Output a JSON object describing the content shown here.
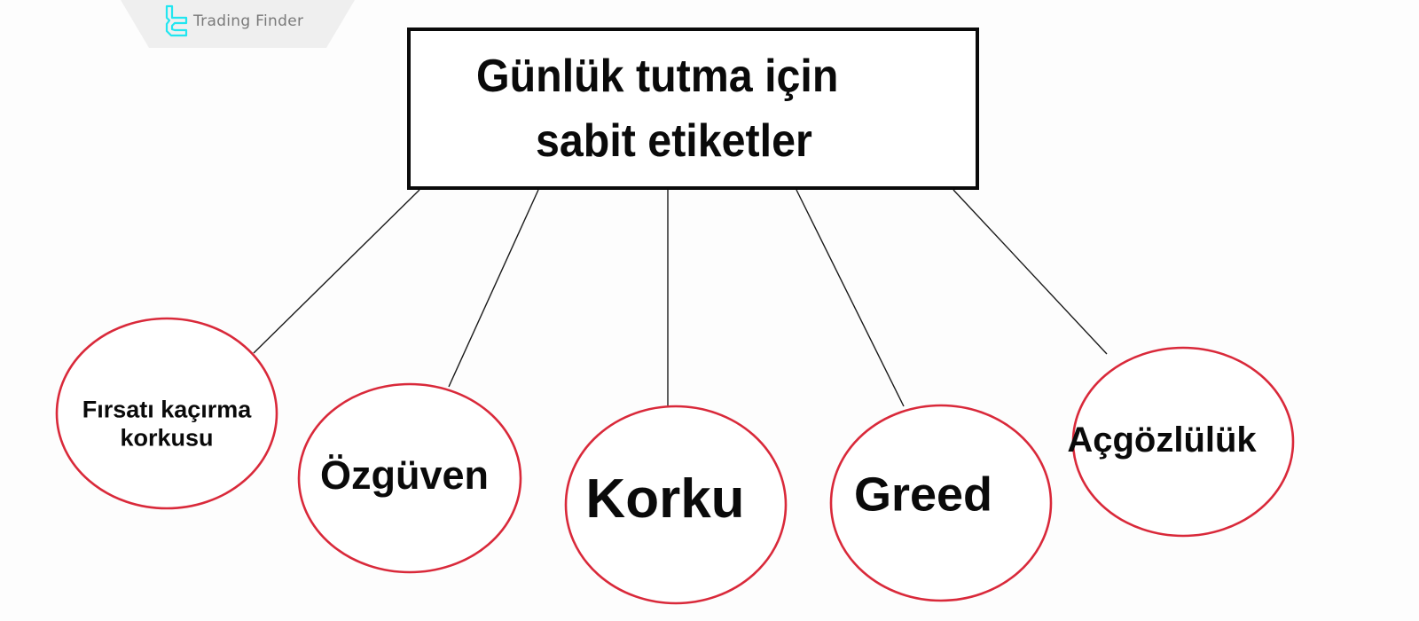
{
  "brand": {
    "name": "Trading Finder",
    "logo_color": "#22e6f0",
    "tab_color": "#efefef",
    "text_color": "#7a7a7a"
  },
  "title": {
    "line1": "Günlük tutma için",
    "line2": "sabit etiketler",
    "border_color": "#0a0a0a"
  },
  "style": {
    "node_border_color": "#d9293a",
    "connector_color": "#1a1a1a",
    "background": "#fdfdfd"
  },
  "nodes": [
    {
      "id": "fomo",
      "line1": "Fırsatı kaçırma",
      "line2": "korkusu"
    },
    {
      "id": "confidence",
      "label": "Özgüven"
    },
    {
      "id": "fear",
      "label": "Korku"
    },
    {
      "id": "greed",
      "label": "Greed"
    },
    {
      "id": "greed-tr",
      "label": "Açgözlülük"
    }
  ]
}
